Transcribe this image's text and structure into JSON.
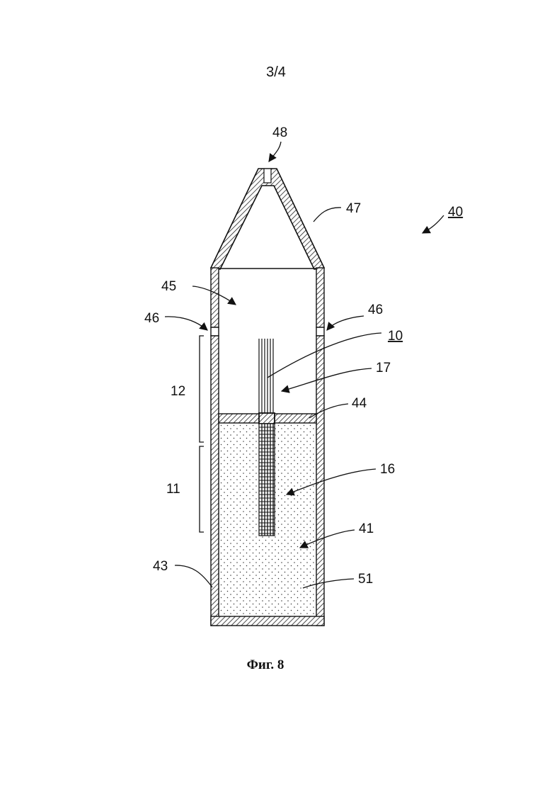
{
  "sheet": {
    "page_number": "3/4",
    "caption": "Фиг. 8"
  },
  "labels": {
    "l48": "48",
    "l47": "47",
    "l40": "40",
    "l45": "45",
    "l46_left": "46",
    "l46_right": "46",
    "l10": "10",
    "l17": "17",
    "l12": "12",
    "l44": "44",
    "l16": "16",
    "l11": "11",
    "l41": "41",
    "l43": "43",
    "l51": "51"
  }
}
